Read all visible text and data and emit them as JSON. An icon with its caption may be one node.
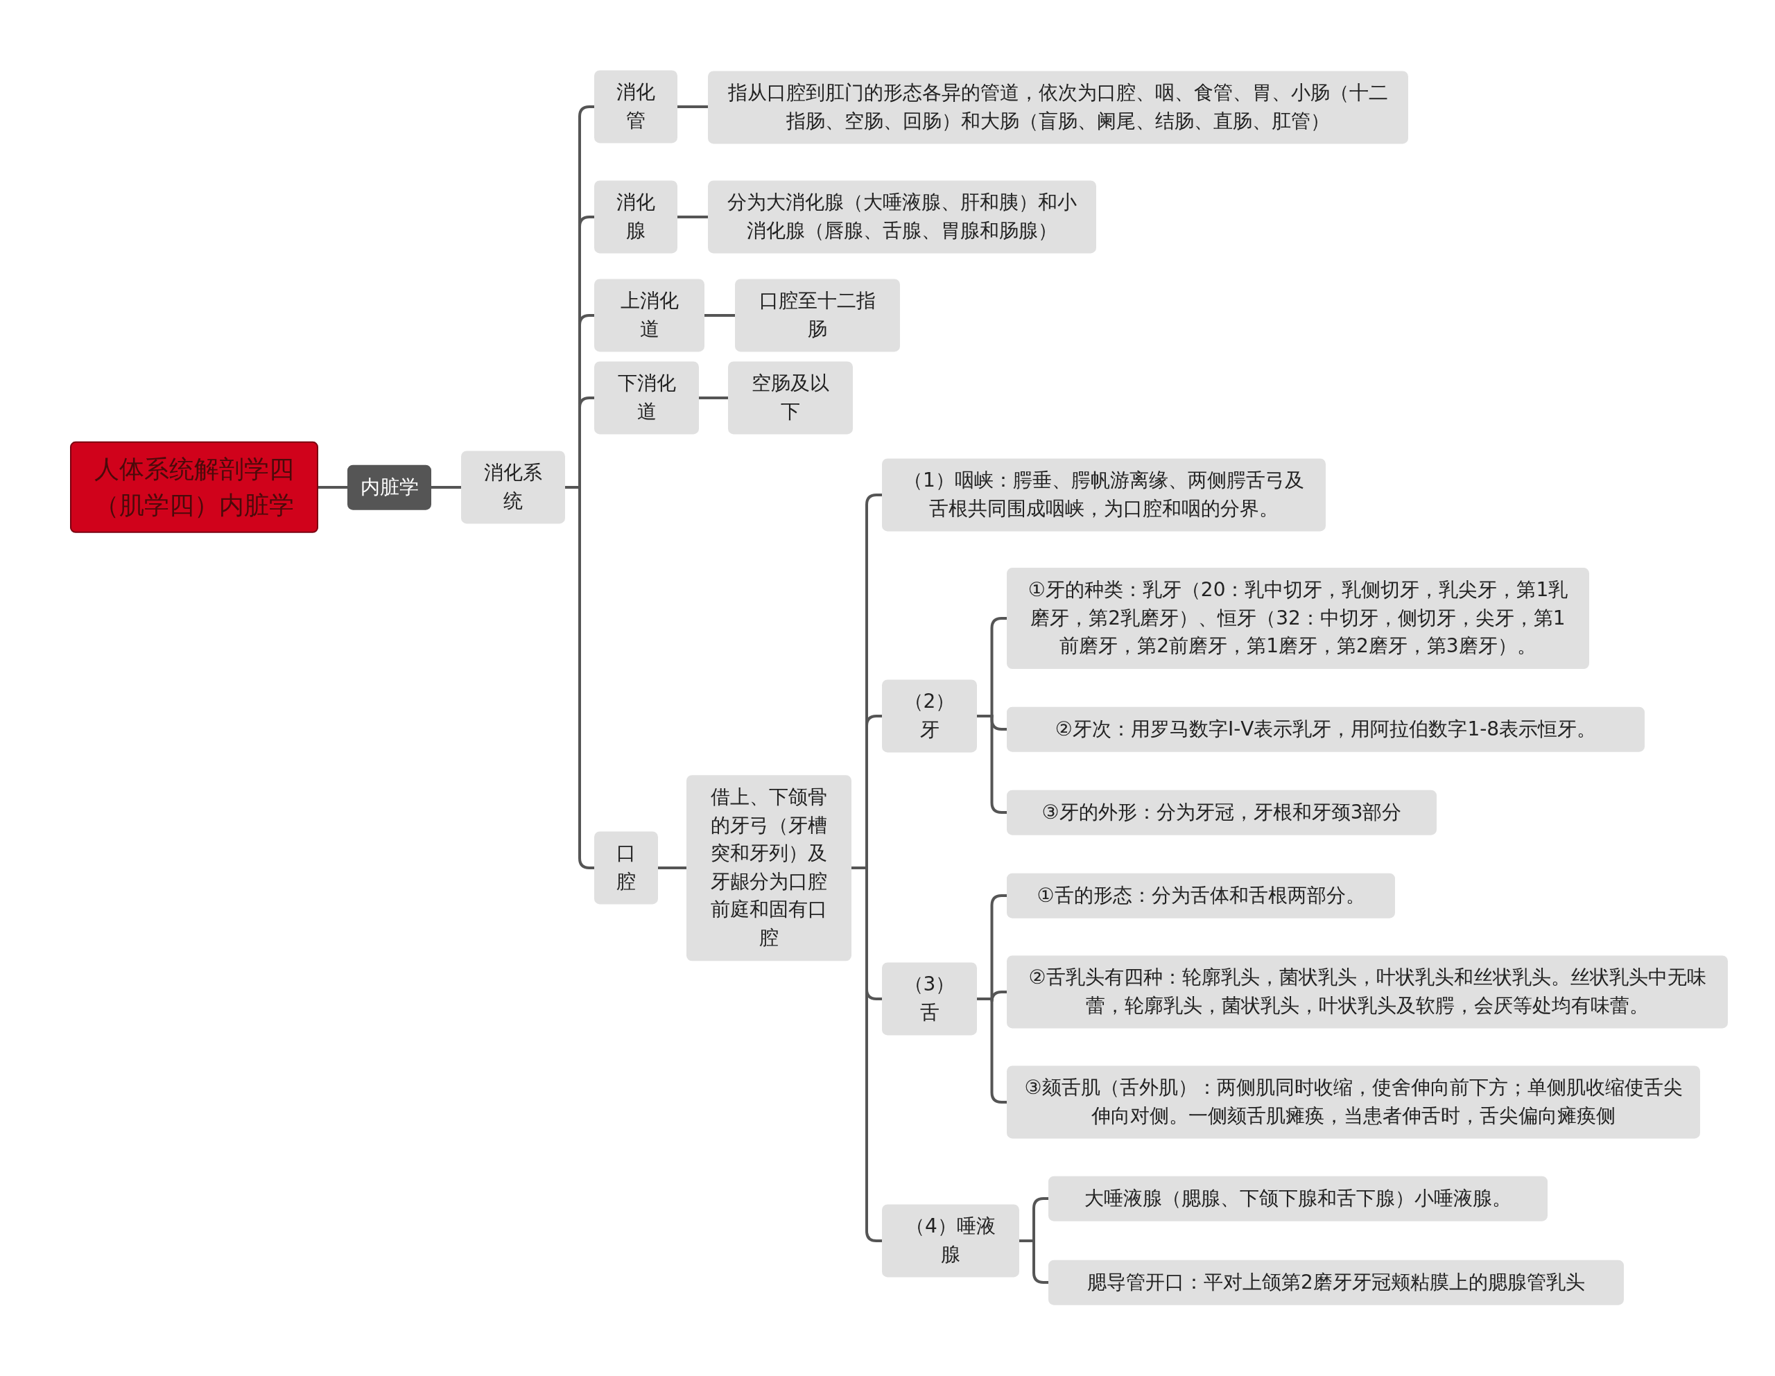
{
  "diagram": {
    "nodes": [
      {
        "text": [
          "人体系统解剖学四（肌学四）内脏学"
        ]
      },
      {
        "text": [
          "内脏学"
        ]
      },
      {
        "text": [
          "消化系统"
        ]
      },
      {
        "text": [
          "消化管"
        ]
      },
      {
        "text": [
          "指从口腔到肛门的形态各异的管道，依次为口腔、咽、食管、胃、小肠（十二指肠、空肠、回肠）和大肠（盲肠、阑尾、结肠、直肠、肛管）"
        ]
      },
      {
        "text": [
          "消化腺"
        ]
      },
      {
        "text": [
          "分为大消化腺（大唾液腺、肝和胰）和小消化腺（唇腺、舌腺、胃腺和肠腺）"
        ]
      },
      {
        "text": [
          "上消化道"
        ]
      },
      {
        "text": [
          "口腔至十二指肠"
        ]
      },
      {
        "text": [
          "下消化道"
        ]
      },
      {
        "text": [
          "空肠及以下"
        ]
      },
      {
        "text": [
          "口腔"
        ]
      },
      {
        "text": [
          "借上、下颌骨的牙弓（牙槽突和牙列）及牙龈分为口腔前庭和固有口腔"
        ]
      },
      {
        "text": [
          "（1）咽峡：腭垂、腭帆游离缘、两侧腭舌弓及舌根共同围成咽峡，为口腔和咽的分界。"
        ]
      },
      {
        "text": [
          "（2）牙"
        ]
      },
      {
        "text": [
          "①牙的种类：乳牙（20：乳中切牙，乳侧切牙，乳尖牙，第1乳磨牙，第2乳磨牙）、恒牙（32：中切牙，侧切牙，尖牙，第1前磨牙，第2前磨牙，第1磨牙，第2磨牙，第3磨牙）。"
        ]
      },
      {
        "text": [
          "②牙次：用罗马数字Ⅰ-Ⅴ表示乳牙，用阿拉伯数字1-8表示恒牙。"
        ]
      },
      {
        "text": [
          "③牙的外形：分为牙冠，牙根和牙颈3部分"
        ]
      },
      {
        "text": [
          "（3）舌"
        ]
      },
      {
        "text": [
          "①舌的形态：分为舌体和舌根两部分。"
        ]
      },
      {
        "text": [
          "②舌乳头有四种：轮廓乳头，菌状乳头，叶状乳头和丝状乳头。丝状乳头中无味蕾，轮廓乳头，菌状乳头，叶状乳头及软腭，会厌等处均有味蕾。"
        ]
      },
      {
        "text": [
          "③颏舌肌（舌外肌）：两侧肌同时收缩，使舍伸向前下方；单侧肌收缩使舌尖伸向对侧。一侧颏舌肌瘫痪，当患者伸舌时，舌尖偏向瘫痪侧"
        ]
      },
      {
        "text": [
          "（4）唾液腺"
        ]
      },
      {
        "text": [
          "大唾液腺（腮腺、下颌下腺和舌下腺）小唾液腺。"
        ]
      },
      {
        "text": [
          "腮导管开口：平对上颌第2磨牙牙冠颊粘膜上的腮腺管乳头"
        ]
      }
    ],
    "edges": [
      {
        "from": 0,
        "to": 1,
        "arrow": "none"
      },
      {
        "from": 1,
        "to": 2,
        "arrow": "none"
      },
      {
        "from": 2,
        "to": 3,
        "arrow": "none"
      },
      {
        "from": 2,
        "to": 5,
        "arrow": "none"
      },
      {
        "from": 2,
        "to": 7,
        "arrow": "none"
      },
      {
        "from": 2,
        "to": 9,
        "arrow": "none"
      },
      {
        "from": 2,
        "to": 11,
        "arrow": "none"
      },
      {
        "from": 3,
        "to": 4,
        "arrow": "none"
      },
      {
        "from": 5,
        "to": 6,
        "arrow": "none"
      },
      {
        "from": 7,
        "to": 8,
        "arrow": "none"
      },
      {
        "from": 9,
        "to": 10,
        "arrow": "none"
      },
      {
        "from": 11,
        "to": 12,
        "arrow": "none"
      },
      {
        "from": 12,
        "to": 13,
        "arrow": "none"
      },
      {
        "from": 12,
        "to": 14,
        "arrow": "none"
      },
      {
        "from": 12,
        "to": 18,
        "arrow": "none"
      },
      {
        "from": 12,
        "to": 22,
        "arrow": "none"
      },
      {
        "from": 14,
        "to": 15,
        "arrow": "none"
      },
      {
        "from": 14,
        "to": 16,
        "arrow": "none"
      },
      {
        "from": 14,
        "to": 17,
        "arrow": "none"
      },
      {
        "from": 18,
        "to": 19,
        "arrow": "none"
      },
      {
        "from": 18,
        "to": 20,
        "arrow": "none"
      },
      {
        "from": 18,
        "to": 21,
        "arrow": "none"
      },
      {
        "from": 22,
        "to": 23,
        "arrow": "none"
      },
      {
        "from": 22,
        "to": 24,
        "arrow": "none"
      }
    ]
  }
}
